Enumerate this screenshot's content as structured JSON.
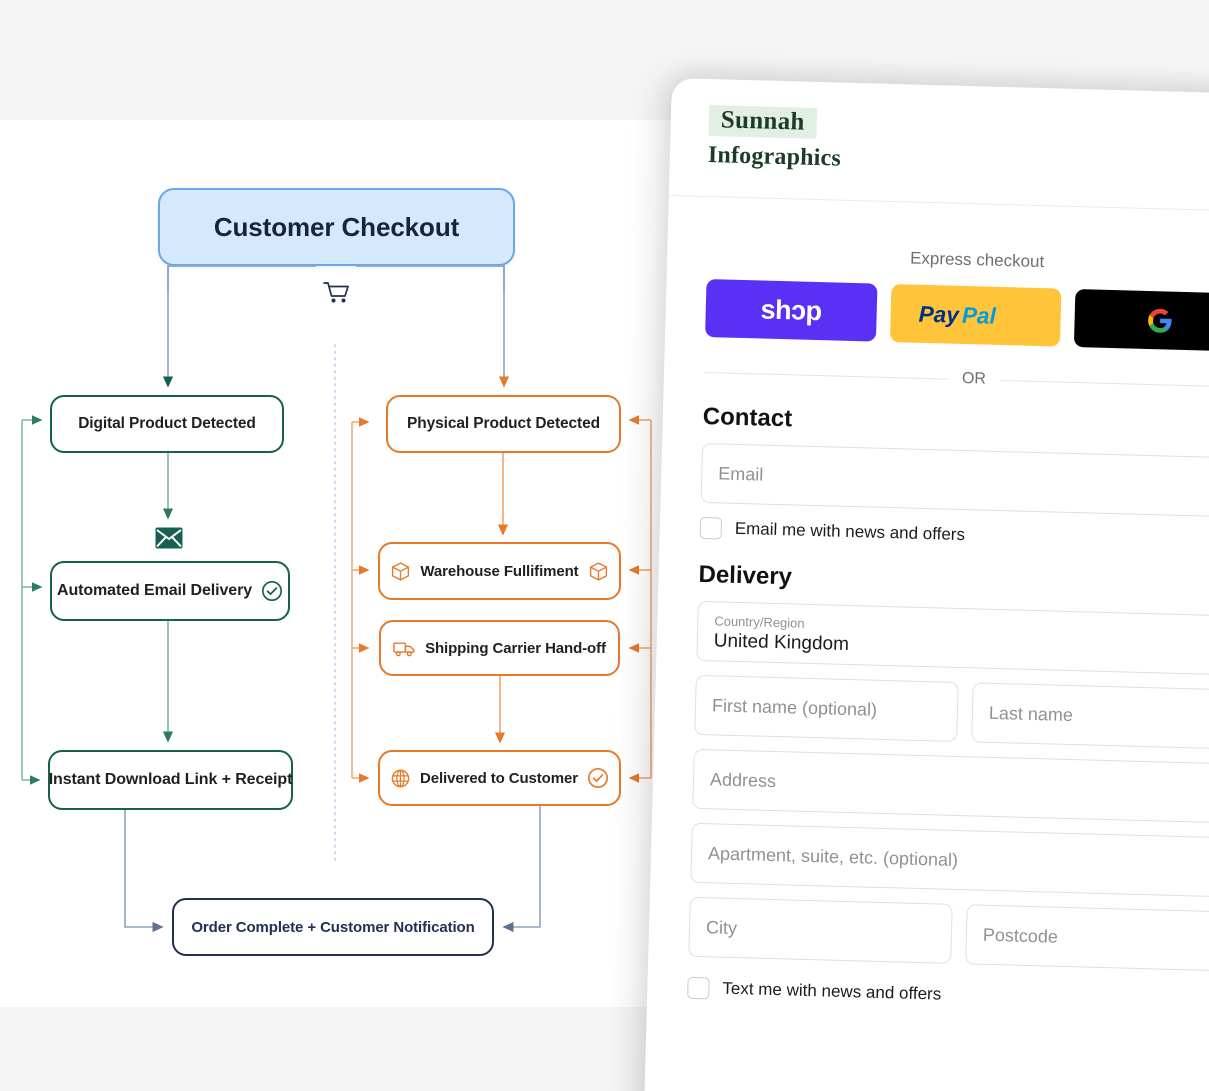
{
  "flowchart": {
    "root": {
      "label": "Customer Checkout",
      "icon": "shopping-cart-icon"
    },
    "digital_branch": {
      "color": "#16604f",
      "nodes": [
        {
          "label": "Digital Product Detected",
          "icons": []
        },
        {
          "label": "Automated Email Delivery",
          "icons": [
            "check-circle-icon"
          ]
        },
        {
          "label": "Instant Download Link + Receipt",
          "icons": []
        }
      ],
      "divider_icon": "envelope-icon"
    },
    "physical_branch": {
      "color": "#e8792b",
      "nodes": [
        {
          "label": "Physical Product Detected",
          "icons": []
        },
        {
          "label": "Warehouse Fullifiment",
          "icons": [
            "package-box-icon",
            "package-box-icon"
          ]
        },
        {
          "label": "Shipping Carrier Hand-off",
          "icons": [
            "delivery-truck-icon"
          ]
        },
        {
          "label": "Delivered to Customer",
          "icons": [
            "globe-icon",
            "check-circle-icon"
          ]
        }
      ]
    },
    "final": {
      "label": "Order Complete + Customer Notification",
      "color": "#22314f"
    },
    "colors": {
      "root_fill": "#d6e8fb",
      "root_border": "#6aaae4",
      "root_text": "#16243d",
      "green": "#16604f",
      "orange": "#e8792b",
      "navy": "#22314f",
      "connector": "#8fa3bf",
      "divider_dotted": "#c9dcee"
    }
  },
  "checkout": {
    "brand": {
      "line1": "Sunnah",
      "line2": "Infographics",
      "highlight": "#e2f0e4",
      "text_color": "#1d3b26"
    },
    "express": {
      "label": "Express checkout",
      "buttons": [
        {
          "name": "shop-pay",
          "label": "shɔp",
          "bg": "#5a31f4"
        },
        {
          "name": "paypal",
          "label": "PayPal",
          "bg": "#ffc439"
        },
        {
          "name": "google-pay",
          "label": "G Pay",
          "bg": "#000000"
        }
      ]
    },
    "or_label": "OR",
    "contact": {
      "title": "Contact",
      "email_placeholder": "Email",
      "email_value": "",
      "newsletter_label": "Email me with news and offers",
      "newsletter_checked": false
    },
    "delivery": {
      "title": "Delivery",
      "country": {
        "label": "Country/Region",
        "value": "United Kingdom"
      },
      "first_name_placeholder": "First name (optional)",
      "last_name_placeholder": "Last name",
      "address_placeholder": "Address",
      "apartment_placeholder": "Apartment, suite, etc. (optional)",
      "city_placeholder": "City",
      "postcode_placeholder": "Postcode",
      "sms_label": "Text me with news and offers",
      "sms_checked": false
    }
  }
}
